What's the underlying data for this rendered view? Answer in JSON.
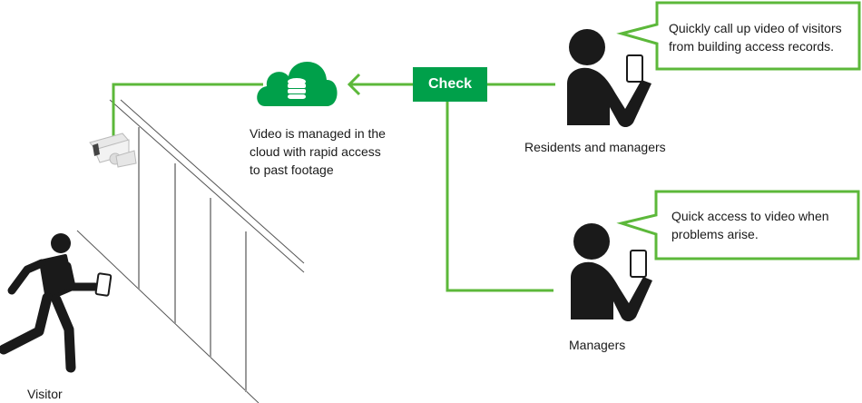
{
  "colors": {
    "accent_green": "#00a04a",
    "line_green": "#5cb83a",
    "figure_black": "#1a1a1a",
    "rail_gray": "#8a8a8a"
  },
  "cloud": {
    "icon": "cloud-database-icon",
    "caption": "Video is managed in the cloud with rapid access to past footage"
  },
  "check_button": {
    "label": "Check"
  },
  "camera": {
    "icon": "security-camera-icon"
  },
  "visitor": {
    "icon": "running-person-with-phone-icon",
    "label": "Visitor"
  },
  "residents": {
    "icon": "person-with-phone-icon",
    "label": "Residents and managers",
    "bubble": "Quickly call up video of visitors from building access records."
  },
  "managers": {
    "icon": "person-with-phone-icon",
    "label": "Managers",
    "bubble": "Quick access to video when problems arise."
  }
}
